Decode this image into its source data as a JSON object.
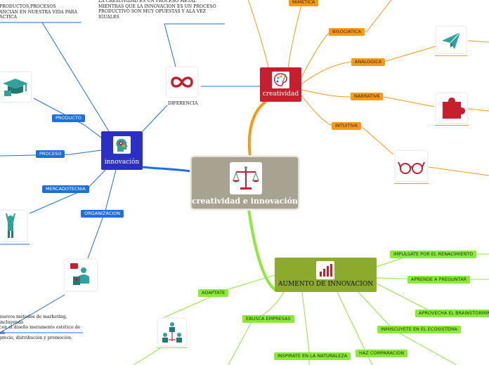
{
  "central": {
    "label": "creatividad e innovación",
    "icon": "scales-icon",
    "color": "#a8a290"
  },
  "creatividad": {
    "label": "creatividad",
    "icon": "palette-icon",
    "color": "#c6202e",
    "branches": [
      {
        "label": "MIMETICA"
      },
      {
        "label": "BISOCIATICA",
        "icon": "paper-plane-icon"
      },
      {
        "label": "ANALOGICA",
        "icon": "puzzle-piece-icon"
      },
      {
        "label": "NARRATIVA",
        "icon": "glasses-icon"
      },
      {
        "label": "INTUITIVA"
      }
    ]
  },
  "diferencia": {
    "label": "DIFERENCIA",
    "icon": "infinity-icon",
    "text": "LA CREATIVIDAD ES UN PROCESO METAL\nMIENTRAS QUE LA INNOVACION ES UN PROCESO\nPRODUCTIVO  SON MUY OPUESTAS Y ALA VEZ\nIGUALES"
  },
  "innovacion": {
    "label": "innovación",
    "icon": "head-gears-icon",
    "color": "#2b2fc6",
    "branches": [
      {
        "label": "PRODUCTO",
        "icon": "graduation-cap-icon",
        "text": "PRODUCTOS,PROCESOS\nANCIAN EN NUESTRA VIDA PARA\nACTICA"
      },
      {
        "label": "PROCESO"
      },
      {
        "label": "MERCADOTECNIA",
        "icon": "person-cheering-icon"
      },
      {
        "label": "ORGANIZACION",
        "icon": "presenter-icon",
        "text": "nuevos métodos de marketing, incluyendo\ncen el diseño meramente estético de un\nprecio, distribución y promoción."
      }
    ]
  },
  "aumento": {
    "label": "AUMENTO DE INNOVACION",
    "icon": "bar-chart-icon",
    "color": "#8cab2c",
    "branches": [
      {
        "label": "ADAPTATE",
        "icon": "team-icon"
      },
      {
        "label": "EBUSCA EMPRESAS"
      },
      {
        "label": "INSPIRATE EN LA NATURALEZA"
      },
      {
        "label": "HAZ COMPARACION"
      },
      {
        "label": "INMISCUYETE EN EL ECOSISTEMA"
      },
      {
        "label": "APROVECHA EL BRAINSTORMING"
      },
      {
        "label": "APRENDE A PREGUNTAR"
      },
      {
        "label": "IMPULSATE POR EL RENACIMIENTO"
      }
    ]
  },
  "colors": {
    "creatividad_link": "#f59a12",
    "innovacion_link": "#1d6fdd",
    "aumento_link": "#8bea36"
  }
}
